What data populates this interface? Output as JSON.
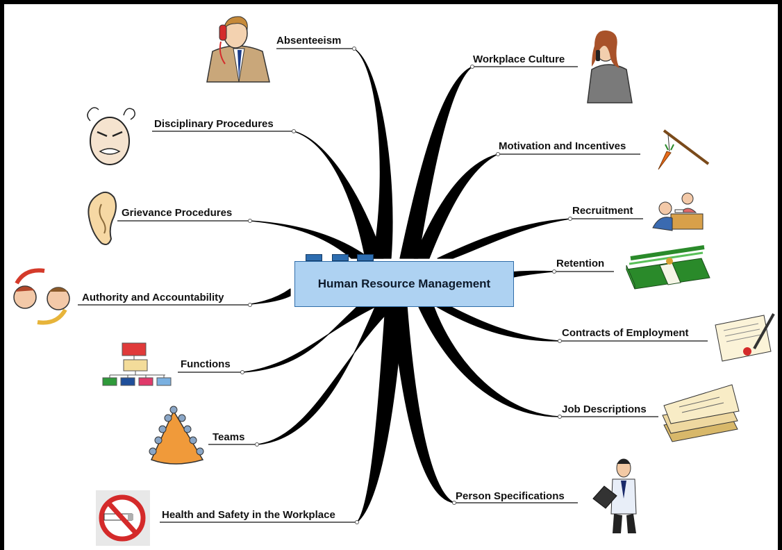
{
  "center": {
    "label": "Human Resource Management"
  },
  "branches": {
    "absenteeism": "Absenteeism",
    "disciplinary": "Disciplinary Procedures",
    "grievance": "Grievance Procedures",
    "authority": "Authority and Accountability",
    "functions": "Functions",
    "teams": "Teams",
    "health": "Health and Safety in the Workplace",
    "culture": "Workplace Culture",
    "motivation": "Motivation and Incentives",
    "recruitment": "Recruitment",
    "retention": "Retention",
    "contracts": "Contracts of Employment",
    "job_descriptions": "Job Descriptions",
    "person_specs": "Person Specifications"
  },
  "icons": {
    "absenteeism": "man-on-phone-icon",
    "disciplinary": "angry-face-icon",
    "grievance": "ear-icon",
    "authority": "two-faces-cycle-icon",
    "functions": "org-chart-icon",
    "teams": "meeting-table-icon",
    "health": "no-smoking-icon",
    "culture": "woman-on-phone-icon",
    "motivation": "carrot-on-stick-icon",
    "recruitment": "interview-icon",
    "retention": "money-stack-icon",
    "contracts": "contract-pen-icon",
    "job_descriptions": "paper-stack-icon",
    "person_specs": "man-with-laptop-icon"
  },
  "colors": {
    "center_fill": "#aed2f2",
    "center_border": "#2f6ca8",
    "tab_fill": "#2d6db0",
    "branch": "#000000"
  }
}
